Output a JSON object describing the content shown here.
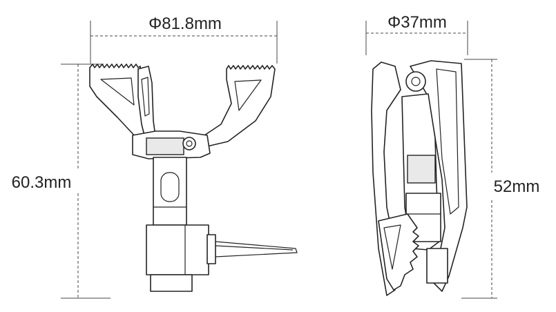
{
  "dimensions": {
    "folded_diameter": "Φ81.8mm",
    "pot_support_diameter": "Φ37mm",
    "open_height": "60.3mm",
    "folded_height": "52mm"
  },
  "colors": {
    "line": "#222222",
    "background": "#ffffff"
  }
}
